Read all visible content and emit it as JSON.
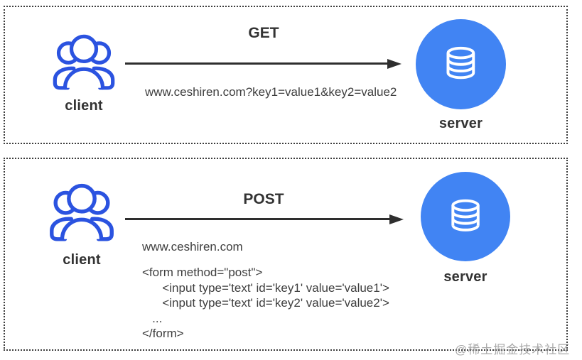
{
  "colors": {
    "client_icon_blue": "#2b53e0",
    "server_circle_blue": "#4184f3",
    "arrow_color": "#2e2e2e",
    "label_text": "#333333",
    "code_text": "#3e3e3e",
    "watermark_gray": "#8c8c8c"
  },
  "panels": [
    {
      "id": "get",
      "client_label": "client",
      "method": "GET",
      "request_line": "www.ceshiren.com?key1=value1&key2=value2",
      "server_label": "server"
    },
    {
      "id": "post",
      "client_label": "client",
      "method": "POST",
      "request_line": "www.ceshiren.com",
      "server_label": "server",
      "code_lines": [
        "<form method=\"post\">",
        "      <input type='text' id='key1' value='value1'>",
        "      <input type='text' id='key2' value='value2'>",
        "   ...",
        "</form>"
      ]
    }
  ],
  "watermark": "@稀土掘金技术社区"
}
